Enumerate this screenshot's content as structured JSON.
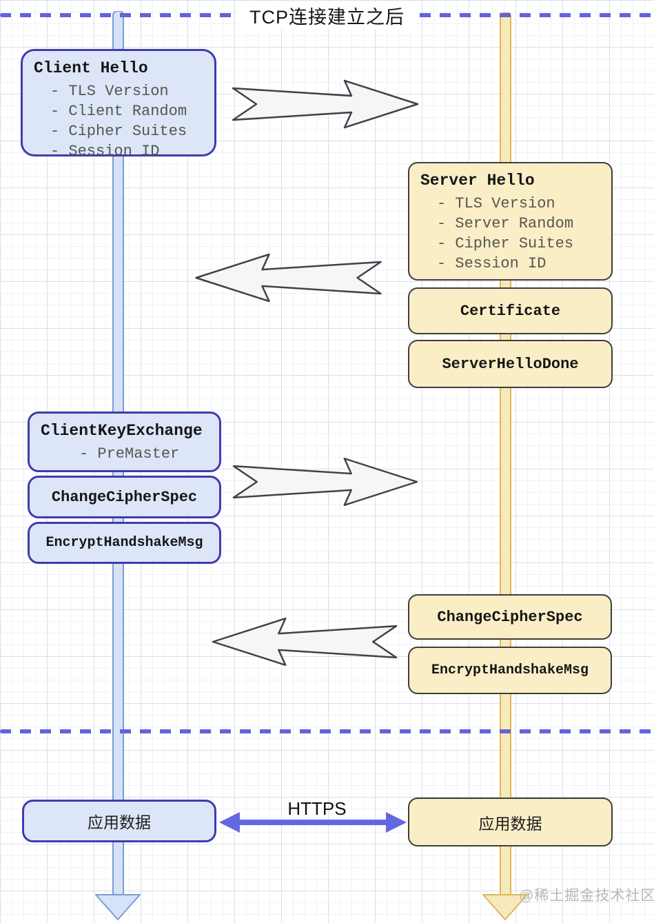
{
  "phase_title": "TCP连接建立之后",
  "watermark": "@稀土掘金技术社区",
  "https_label": "HTTPS",
  "client": {
    "hello": {
      "title": "Client Hello",
      "items": [
        "- TLS Version",
        "- Client Random",
        "- Cipher Suites",
        "- Session ID"
      ]
    },
    "key_exchange": {
      "title": "ClientKeyExchange",
      "items": [
        "- PreMaster"
      ]
    },
    "change_cipher_spec": "ChangeCipherSpec",
    "encrypt_handshake_msg": "EncryptHandshakeMsg",
    "app_data": "应用数据"
  },
  "server": {
    "hello": {
      "title": "Server Hello",
      "items": [
        "- TLS Version",
        "- Server Random",
        "- Cipher Suites",
        "- Session ID"
      ]
    },
    "certificate": "Certificate",
    "server_hello_done": "ServerHelloDone",
    "change_cipher_spec": "ChangeCipherSpec",
    "encrypt_handshake_msg": "EncryptHandshakeMsg",
    "app_data": "应用数据"
  },
  "colors": {
    "client_fill": "#dce6f8",
    "client_border": "#423aad",
    "server_fill": "#faeec7",
    "server_border": "#3d3d3d",
    "client_lifeline_fill": "#d6e2f7",
    "client_lifeline_stroke": "#7b9cd0",
    "server_lifeline_fill": "#f8e9bc",
    "server_lifeline_stroke": "#ddb852",
    "dashed_line": "#6363d8",
    "https_arrow": "#6467e2",
    "flow_arrow_fill": "#f6f6f6",
    "flow_arrow_stroke": "#3f4348"
  }
}
